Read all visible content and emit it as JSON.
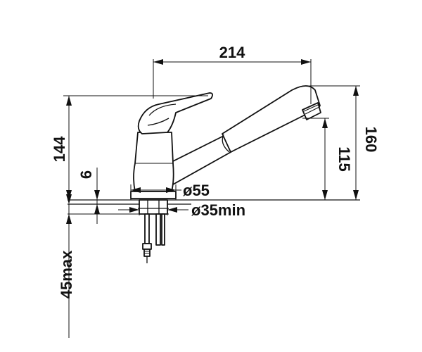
{
  "dimensions": {
    "spout_reach": "214",
    "height_to_lever": "144",
    "total_height": "160",
    "outlet_height": "115",
    "base_thickness": "6",
    "base_diameter": "ø55",
    "hole_diameter": "ø35min",
    "max_counter_thickness": "45max"
  },
  "colors": {
    "line": "#111111",
    "background": "#ffffff"
  }
}
